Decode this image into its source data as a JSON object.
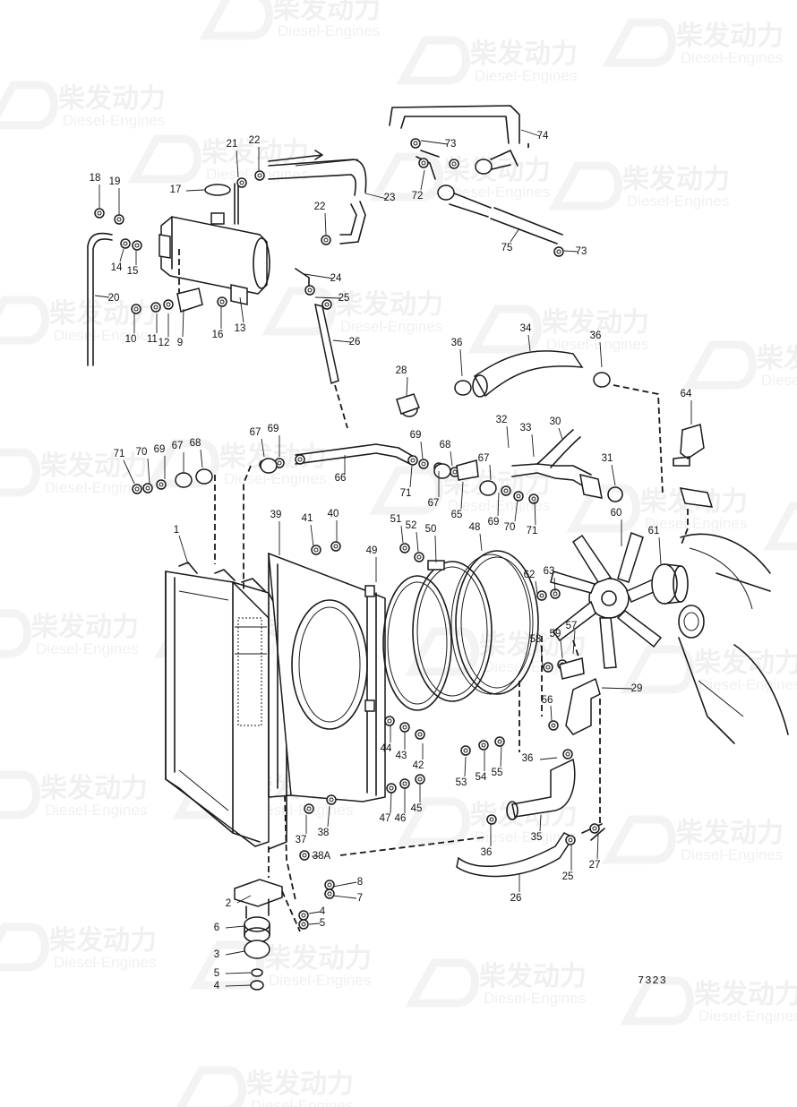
{
  "diagram": {
    "drawing_code": "7323",
    "part_labels": [
      "1",
      "2",
      "3",
      "4",
      "5",
      "6",
      "7",
      "8",
      "9",
      "10",
      "11",
      "12",
      "13",
      "14",
      "15",
      "16",
      "17",
      "18",
      "19",
      "20",
      "21",
      "22",
      "23",
      "24",
      "25",
      "26",
      "27",
      "28",
      "29",
      "30",
      "31",
      "32",
      "33",
      "34",
      "35",
      "36",
      "37",
      "38",
      "38A",
      "39",
      "40",
      "41",
      "42",
      "43",
      "44",
      "45",
      "46",
      "47",
      "48",
      "49",
      "50",
      "51",
      "52",
      "53",
      "54",
      "55",
      "56",
      "57",
      "58",
      "59",
      "60",
      "61",
      "62",
      "63",
      "64",
      "65",
      "66",
      "67",
      "68",
      "69",
      "70",
      "71",
      "72",
      "73",
      "74",
      "75"
    ]
  },
  "watermark": {
    "brand_cn": "柴发动力",
    "brand_en": "Diesel-Engines"
  },
  "colors": {
    "ink": "#1a1a1a",
    "watermark": "#9a9a9a",
    "background": "#ffffff"
  }
}
